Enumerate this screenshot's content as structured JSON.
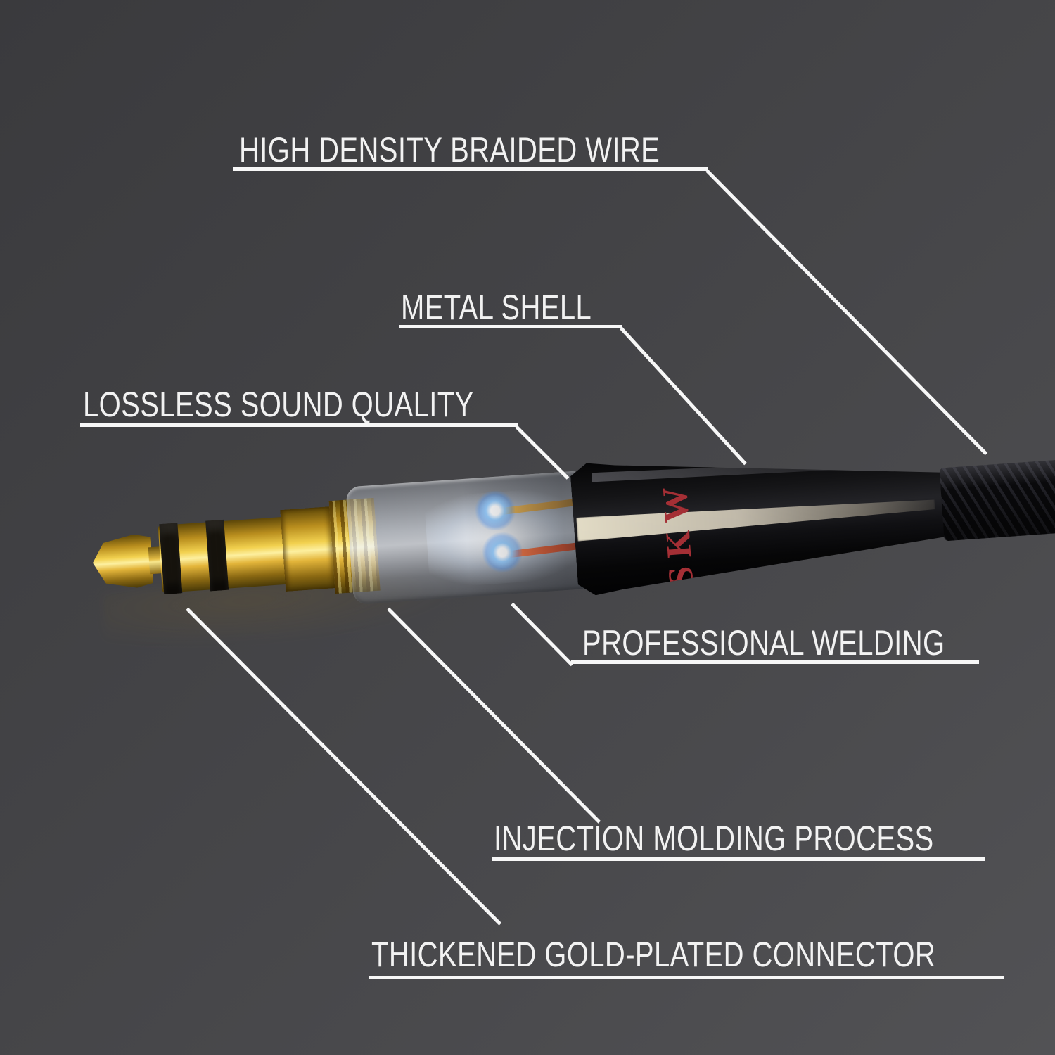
{
  "labels": {
    "braided_wire": "HIGH DENSITY BRAIDED WIRE",
    "metal_shell": "METAL SHELL",
    "lossless": "LOSSLESS SOUND QUALITY",
    "welding": "PROFESSIONAL WELDING",
    "molding": "INJECTION MOLDING PROCESS",
    "connector": "THICKENED GOLD-PLATED CONNECTOR"
  },
  "brand": {
    "name": "SKW",
    "color": "#a42f35"
  },
  "colors": {
    "background_dark": "#3a3a3d",
    "background_light": "#525255",
    "label_text": "#f2f2f2",
    "leader_line": "#f7f7f7",
    "gold_connector": "#e8b93a",
    "solder_glow_blue": "#57b1ff",
    "inner_wire_top": "#d89b3a",
    "inner_wire_bottom": "#e0512b",
    "shell_black": "#0a0a0c"
  }
}
